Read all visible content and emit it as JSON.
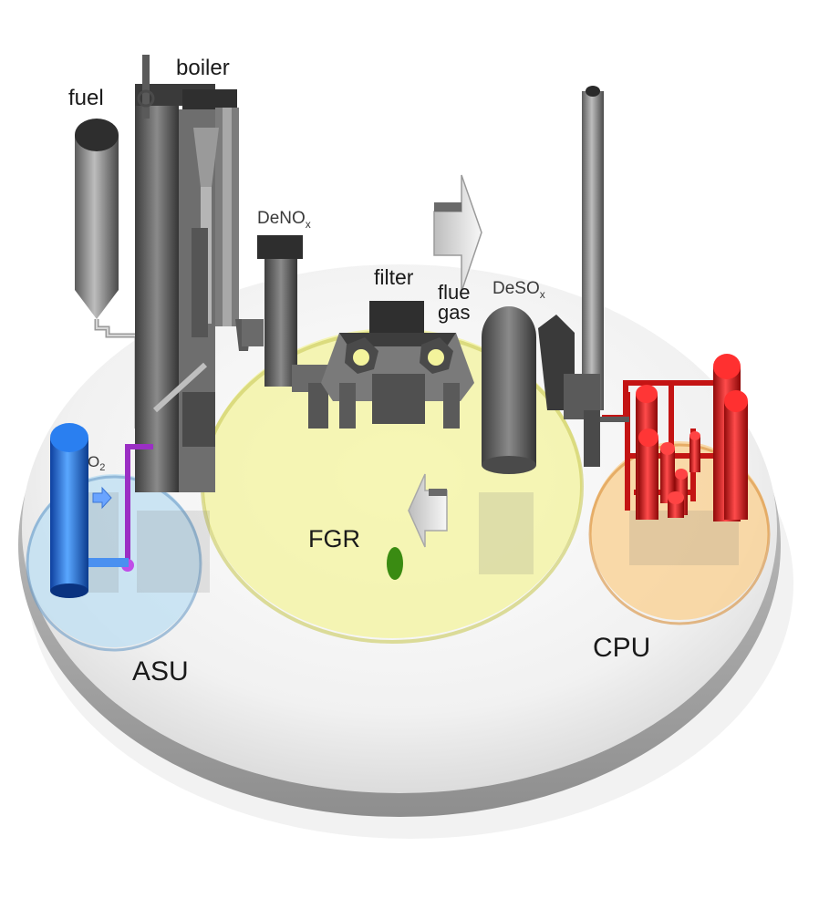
{
  "labels": {
    "fuel": "fuel",
    "boiler": "boiler",
    "denox_main": "DeNO",
    "denox_sub": "x",
    "filter": "filter",
    "flue_gas_line1": "flue",
    "flue_gas_line2": "gas",
    "desox_main": "DeSO",
    "desox_sub": "x",
    "o2_main": "O",
    "o2_sub": "2",
    "fgr": "FGR",
    "asu": "ASU",
    "cpu": "CPU"
  },
  "colors": {
    "platform": "#f4f4f4",
    "platform_rim": "#9a9a9a",
    "equipment_gray": "#7a7a7a",
    "asu_zone": "#bcdcf0",
    "fgr_zone": "#f2f2a0",
    "cpu_zone": "#f8cf8a",
    "asu_tank": "#1f6fd6",
    "o2_pipe": "#9b2fc4",
    "recycle_pipe": "#6fbf2a",
    "cpu_tanks": "#e11b1b"
  }
}
